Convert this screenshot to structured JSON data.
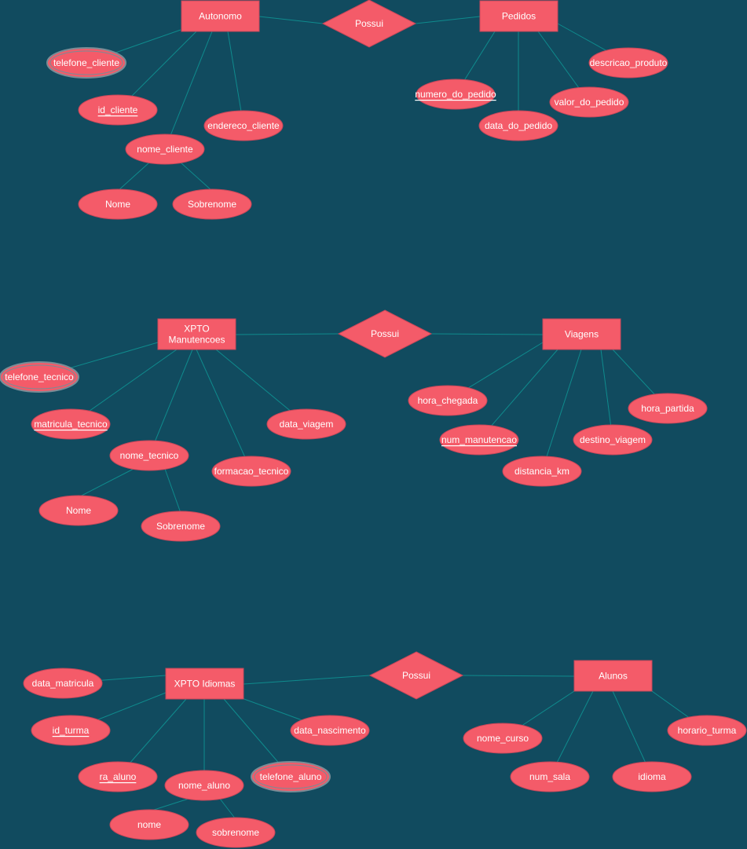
{
  "colors": {
    "background": "#114B5F",
    "shape_fill": "#F45B69",
    "shape_stroke": "#C8475A",
    "multivalued_outer_ring": "#7A8C96",
    "line": "#0F8B8D",
    "text": "#FFFFFF"
  },
  "diagrams": [
    {
      "entity_a": {
        "label": "Autonomo"
      },
      "relationship": {
        "label": "Possui"
      },
      "entity_b": {
        "label": "Pedidos"
      },
      "attributes_a": [
        {
          "label": "telefone_cliente",
          "key": false,
          "multivalued": true
        },
        {
          "label": "id_cliente",
          "key": true,
          "multivalued": false
        },
        {
          "label": "endereco_cliente",
          "key": false,
          "multivalued": false
        },
        {
          "label": "nome_cliente",
          "key": false,
          "multivalued": false
        },
        {
          "label": "Nome",
          "key": false,
          "multivalued": false
        },
        {
          "label": "Sobrenome",
          "key": false,
          "multivalued": false
        }
      ],
      "attributes_b": [
        {
          "label": "descricao_produto",
          "key": false,
          "multivalued": false
        },
        {
          "label": "numero_do_pedido",
          "key": true,
          "multivalued": false
        },
        {
          "label": "valor_do_pedido",
          "key": false,
          "multivalued": false
        },
        {
          "label": "data_do_pedido",
          "key": false,
          "multivalued": false
        }
      ]
    },
    {
      "entity_a": {
        "label": "XPTO Manutencoes"
      },
      "relationship": {
        "label": "Possui"
      },
      "entity_b": {
        "label": "Viagens"
      },
      "attributes_a": [
        {
          "label": "telefone_tecnico",
          "key": false,
          "multivalued": true
        },
        {
          "label": "matricula_tecnico",
          "key": true,
          "multivalued": false
        },
        {
          "label": "data_viagem",
          "key": false,
          "multivalued": false
        },
        {
          "label": "nome_tecnico",
          "key": false,
          "multivalued": false
        },
        {
          "label": "formacao_tecnico",
          "key": false,
          "multivalued": false
        },
        {
          "label": "Nome",
          "key": false,
          "multivalued": false
        },
        {
          "label": "Sobrenome",
          "key": false,
          "multivalued": false
        }
      ],
      "attributes_b": [
        {
          "label": "hora_chegada",
          "key": false,
          "multivalued": false
        },
        {
          "label": "hora_partida",
          "key": false,
          "multivalued": false
        },
        {
          "label": "num_manutencao",
          "key": true,
          "multivalued": false
        },
        {
          "label": "destino_viagem",
          "key": false,
          "multivalued": false
        },
        {
          "label": "distancia_km",
          "key": false,
          "multivalued": false
        }
      ]
    },
    {
      "entity_a": {
        "label": "XPTO Idiomas"
      },
      "relationship": {
        "label": "Possui"
      },
      "entity_b": {
        "label": "Alunos"
      },
      "attributes_a": [
        {
          "label": "data_matricula",
          "key": false,
          "multivalued": false
        },
        {
          "label": "id_turma",
          "key": true,
          "multivalued": false
        },
        {
          "label": "data_nascimento",
          "key": false,
          "multivalued": false
        },
        {
          "label": "ra_aluno",
          "key": true,
          "multivalued": false
        },
        {
          "label": "telefone_aluno",
          "key": false,
          "multivalued": true
        },
        {
          "label": "nome_aluno",
          "key": false,
          "multivalued": false
        },
        {
          "label": "nome",
          "key": false,
          "multivalued": false
        },
        {
          "label": "sobrenome",
          "key": false,
          "multivalued": false
        }
      ],
      "attributes_b": [
        {
          "label": "nome_curso",
          "key": false,
          "multivalued": false
        },
        {
          "label": "horario_turma",
          "key": false,
          "multivalued": false
        },
        {
          "label": "num_sala",
          "key": false,
          "multivalued": false
        },
        {
          "label": "idioma",
          "key": false,
          "multivalued": false
        }
      ]
    }
  ]
}
